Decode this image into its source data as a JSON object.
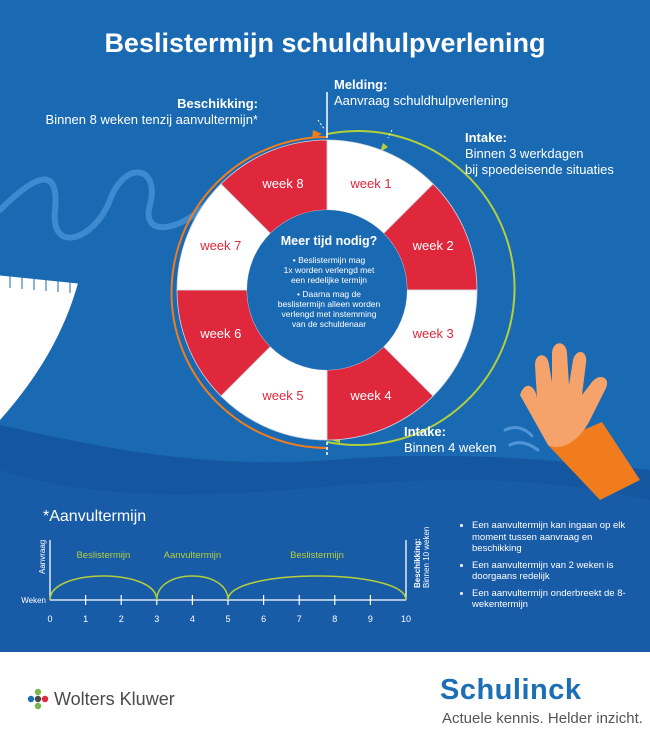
{
  "title": "Beslistermijn schuldhulpverlening",
  "labels": {
    "beschikking_head": "Beschikking:",
    "beschikking_body": "Binnen 8 weken tenzij aanvultermijn*",
    "melding_head": "Melding:",
    "melding_body": "Aanvraag schuldhulpverlening",
    "intake1_head": "Intake:",
    "intake1_line1": "Binnen 3 werkdagen",
    "intake1_line2": "bij spoedeisende situaties",
    "intake2_head": "Intake:",
    "intake2_body": "Binnen 4 weken"
  },
  "ring": {
    "weeks": [
      "week 1",
      "week 2",
      "week 3",
      "week 4",
      "week 5",
      "week 6",
      "week 7",
      "week 8"
    ],
    "center_title": "Meer tijd nodig?",
    "center_bullet1": [
      "• Beslistermijn mag",
      "1x worden verlengd met",
      "een redelijke termijn"
    ],
    "center_bullet2": [
      "• Daarna mag de",
      "beslistermijn alleen worden",
      "verlengd met instemming",
      "van de schuldenaar"
    ]
  },
  "aanvultermijn": {
    "title": "*Aanvultermijn",
    "left_vertical": "Aanvraag",
    "right_vertical_1": "Beschikking:",
    "right_vertical_2": "Binnen 10 weken",
    "axis_label": "Weken",
    "ticks": [
      "0",
      "1",
      "2",
      "3",
      "4",
      "5",
      "6",
      "7",
      "8",
      "9",
      "10"
    ],
    "periods": [
      {
        "label": "Beslistermijn",
        "from": 0,
        "to": 3
      },
      {
        "label": "Aanvultermijn",
        "from": 3,
        "to": 5
      },
      {
        "label": "Beslistermijn",
        "from": 5,
        "to": 10
      }
    ],
    "notes": [
      "Een aanvultermijn kan ingaan op elk moment tussen aanvraag en beschikking",
      "Een aanvultermijn van 2 weken is doorgaans redelijk",
      "Een aanvultermijn onderbreekt de 8-wekentermijn"
    ]
  },
  "footer": {
    "wolters_kluwer": "Wolters Kluwer",
    "schulinck": "Schulinck",
    "tagline": "Actuele kennis. Helder inzicht."
  },
  "colors": {
    "background": "#1a6ab3",
    "sea": "#1556a0",
    "sea_dark": "#0f4a8f",
    "ring_red": "#e0283c",
    "ring_white": "#ffffff",
    "ring_inner": "#1a6ab3",
    "week_label_on_white": "#e0283c",
    "arc_green": "#b4cf3c",
    "arc_orange": "#f07c1e",
    "hand": "#f5a36a",
    "sleeve": "#f07c1e",
    "brand_blue": "#1d6fb5"
  }
}
